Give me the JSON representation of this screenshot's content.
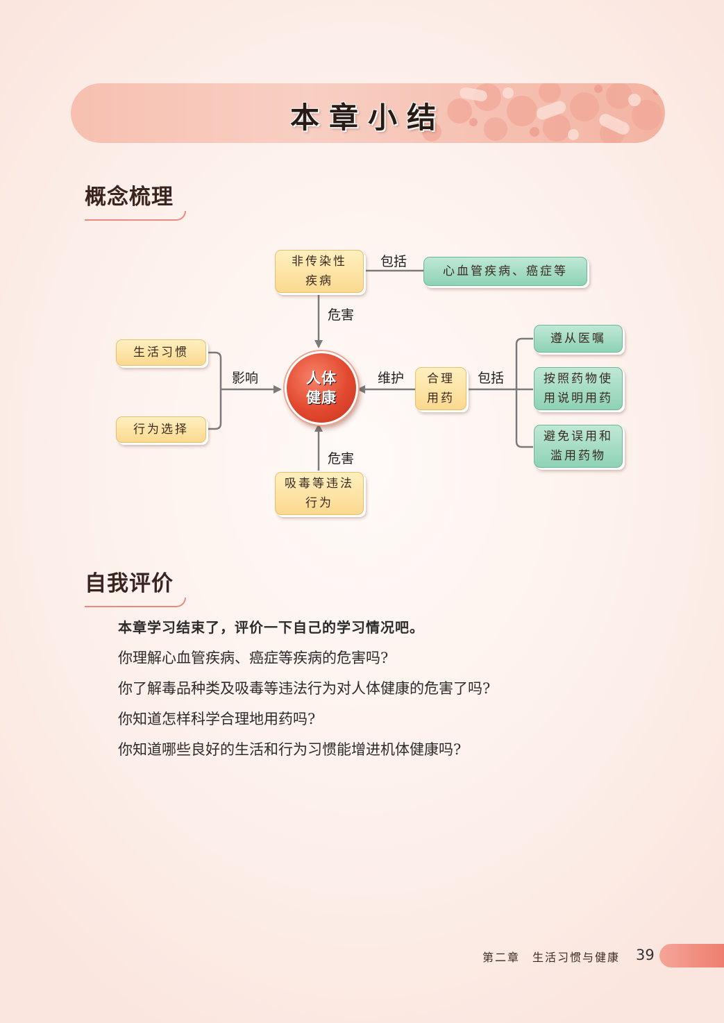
{
  "banner": {
    "title": "本章小结"
  },
  "sections": {
    "concept": "概念梳理",
    "evaluation": "自我评价"
  },
  "concept_map": {
    "center": [
      "人体",
      "健康"
    ],
    "nodes": {
      "ncd": [
        "非传染性",
        "疾病"
      ],
      "cardio": "心血管疾病、癌症等",
      "habits": "生活习惯",
      "behavior": "行为选择",
      "drugs": [
        "吸毒等违法",
        "行为"
      ],
      "medication": [
        "合理",
        "用药"
      ],
      "advice": "遵从医嘱",
      "instructions": [
        "按照药物使",
        "用说明用药"
      ],
      "misuse": [
        "避免误用和",
        "滥用药物"
      ]
    },
    "edges": {
      "include_top": "包括",
      "harm_top": "危害",
      "influence": "影响",
      "maintain": "维护",
      "include_right": "包括",
      "harm_bottom": "危害"
    }
  },
  "evaluation": {
    "intro": "本章学习结束了，评价一下自己的学习情况吧。",
    "questions": [
      "你理解心血管疾病、癌症等疾病的危害吗?",
      "你了解毒品种类及吸毒等违法行为对人体健康的危害了吗?",
      "你知道怎样科学合理地用药吗?",
      "你知道哪些良好的生活和行为习惯能增进机体健康吗?"
    ]
  },
  "footer": {
    "chapter": "第二章",
    "chapter_title": "生活习惯与健康",
    "page": "39"
  },
  "colors": {
    "accent": "#ee7e6f",
    "center_red": "#e2492f",
    "node_yellow": "#fbd98f",
    "node_green": "#8ed2b4"
  }
}
